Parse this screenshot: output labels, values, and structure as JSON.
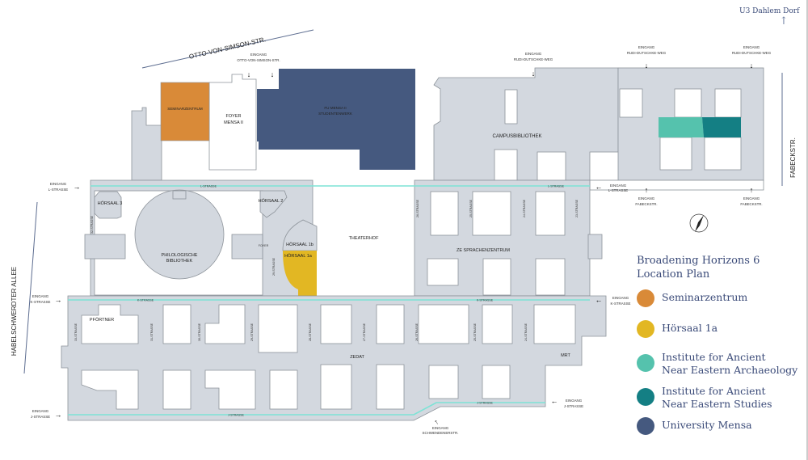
{
  "colors": {
    "seminarzentrum": "#d98a38",
    "hoersaal": "#e2b723",
    "archaeology": "#55c2ad",
    "studies": "#147f84",
    "mensa": "#45597f",
    "street": "#7de3d6",
    "building": "#d3d8df"
  },
  "transit": {
    "label": "U3 Dahlem Dorf",
    "arrow": "↑"
  },
  "streets": {
    "otto": "OTTO-VON-SIMSON-STR.",
    "habel": "HABELSCHWERDTER ALLEE",
    "fabeck": "FABECKSTR.",
    "l": "L-STRASSE",
    "k": "K-STRASSE",
    "j": "J-STRASSE"
  },
  "entrances": {
    "word": "EINGANG",
    "otto": "OTTO-VON-SIMSON-STR.",
    "rudi": "RUDI-DUTSCHKE-WEG",
    "l": "L-STRASSE",
    "k": "K-STRASSE",
    "j": "J-STRASSE",
    "fabeck": "FABECKSTR.",
    "schwenden": "SCHWENDENERSTR."
  },
  "buildings": {
    "seminar": "SEMINARZENTRUM",
    "foyer1": "FOYER",
    "foyer2": "MENSA II",
    "mensa1": "FU MENSA II",
    "mensa2": "STUDENTENWERK",
    "campus": "CAMPUSBIBLIOTHEK",
    "h3": "HÖRSAAL 3",
    "h2": "HÖRSAAL 2",
    "h1b": "HÖRSAAL 1b",
    "h1a": "HÖRSAAL 1a",
    "philo1": "PHILOLOGISCHE",
    "philo2": "BIBLIOTHEK",
    "foyer": "FOYER",
    "theater": "THEATERHOF",
    "sprachen": "ZE SPRACHENZENTRUM",
    "pfoertner": "PFÖRTNER",
    "zedat": "ZEDAT",
    "mrt": "MRT"
  },
  "cross_streets": [
    "32-STRASSE",
    "29-STRASSE",
    "26-STRASSE",
    "25-STRASSE",
    "24-STRASSE",
    "23-STRASSE",
    "33-STRASSE",
    "31-STRASSE",
    "30-STRASSE",
    "29-STRASSE",
    "28-STRASSE",
    "27-STRASSE",
    "26-STRASSE",
    "25-STRASSE",
    "24-STRASSE"
  ],
  "legend": {
    "title1": "Broadening Horizons 6",
    "title2": "Location Plan",
    "items": [
      {
        "label": "Seminarzentrum",
        "color": "#d98a38"
      },
      {
        "label": "Hörsaal 1a",
        "color": "#e2b723"
      },
      {
        "label": "Institute for Ancient",
        "label2": "Near Eastern Archaeology",
        "color": "#55c2ad"
      },
      {
        "label": "Institute for Ancient",
        "label2": "Near Eastern Studies",
        "color": "#147f84"
      },
      {
        "label": "University Mensa",
        "color": "#45597f"
      }
    ]
  }
}
